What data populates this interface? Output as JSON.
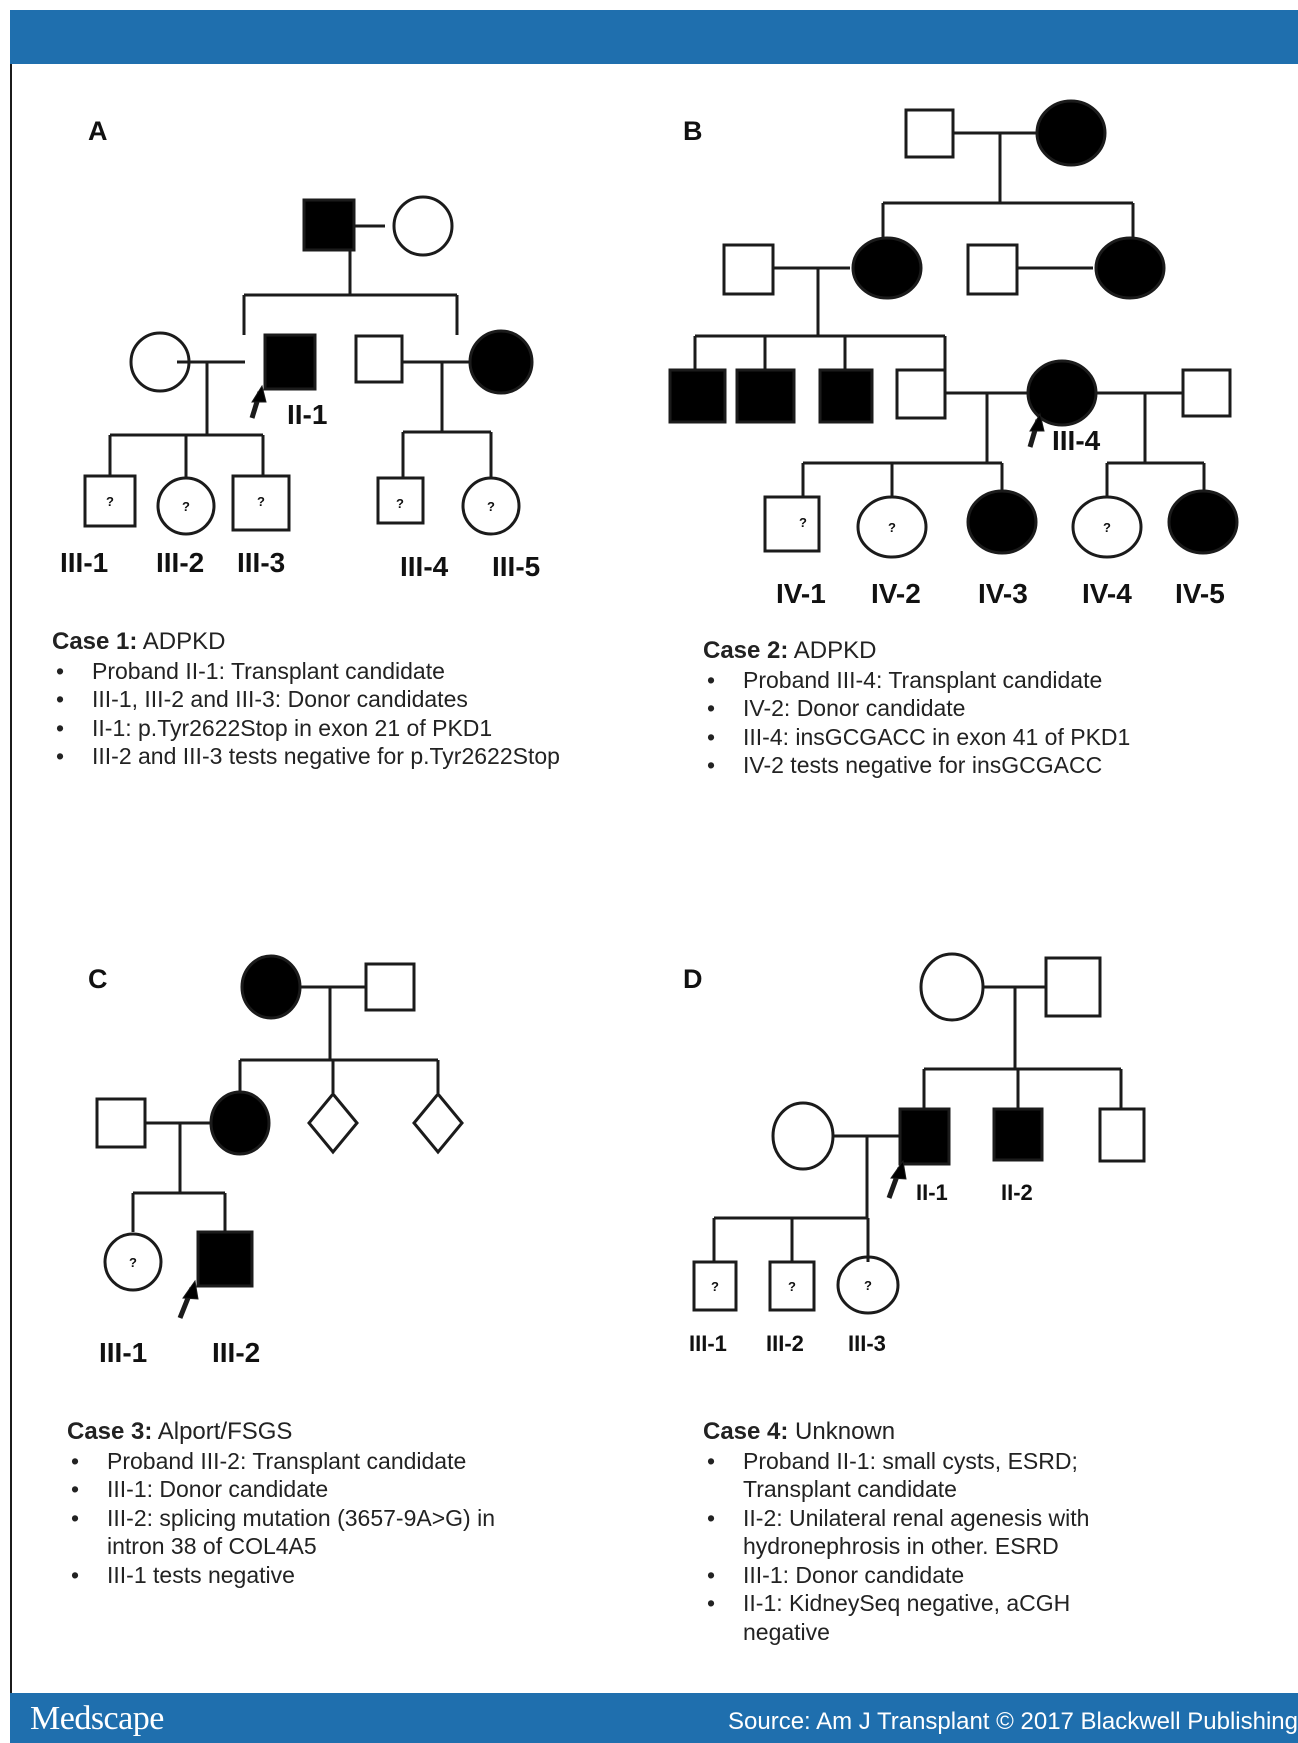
{
  "panels": {
    "A": {
      "letter": "A",
      "labels": [
        "II-1",
        "III-1",
        "III-2",
        "III-3",
        "III-4",
        "III-5"
      ]
    },
    "B": {
      "letter": "B",
      "labels": [
        "III-4",
        "IV-1",
        "IV-2",
        "IV-3",
        "IV-4",
        "IV-5"
      ]
    },
    "C": {
      "letter": "C",
      "labels": [
        "III-1",
        "III-2"
      ]
    },
    "D": {
      "letter": "D",
      "labels": [
        "II-1",
        "II-2",
        "III-1",
        "III-2",
        "III-3"
      ]
    }
  },
  "unknown_mark": "?",
  "cases": [
    {
      "title_bold": "Case 1:",
      "title_rest": " ADPKD",
      "bullets": [
        "Proband II-1:  Transplant candidate",
        "III-1,  III-2 and III-3:  Donor candidates",
        "II-1: p.Tyr2622Stop in exon 21 of PKD1",
        "III-2 and III-3 tests negative for p.Tyr2622Stop"
      ]
    },
    {
      "title_bold": "Case 2:",
      "title_rest": " ADPKD",
      "bullets": [
        "Proband III-4:  Transplant candidate",
        "IV-2:  Donor candidate",
        "III-4: insGCGACC in exon 41 of PKD1",
        "IV-2 tests negative for insGCGACC"
      ]
    },
    {
      "title_bold": "Case 3:",
      "title_rest": " Alport/FSGS",
      "bullets": [
        "Proband III-2:  Transplant candidate",
        "III-1:  Donor candidate",
        "III-2: splicing mutation (3657-9A>G) in intron 38 of COL4A5",
        "III-1 tests negative"
      ]
    },
    {
      "title_bold": "Case 4:",
      "title_rest": " Unknown",
      "bullets": [
        "Proband II-1:  small cysts, ESRD; Transplant candidate",
        "II-2:  Unilateral renal agenesis with hydronephrosis in other. ESRD",
        "III-1: Donor candidate",
        "II-1:  KidneySeq  negative, aCGH negative"
      ]
    }
  ],
  "footer": {
    "logo": "Medscape",
    "source": "Source: Am J Transplant © 2017 Blackwell Publishing"
  },
  "colors": {
    "bar": "#1f6fae",
    "affected": "#000000",
    "line": "#1b1b1b"
  }
}
